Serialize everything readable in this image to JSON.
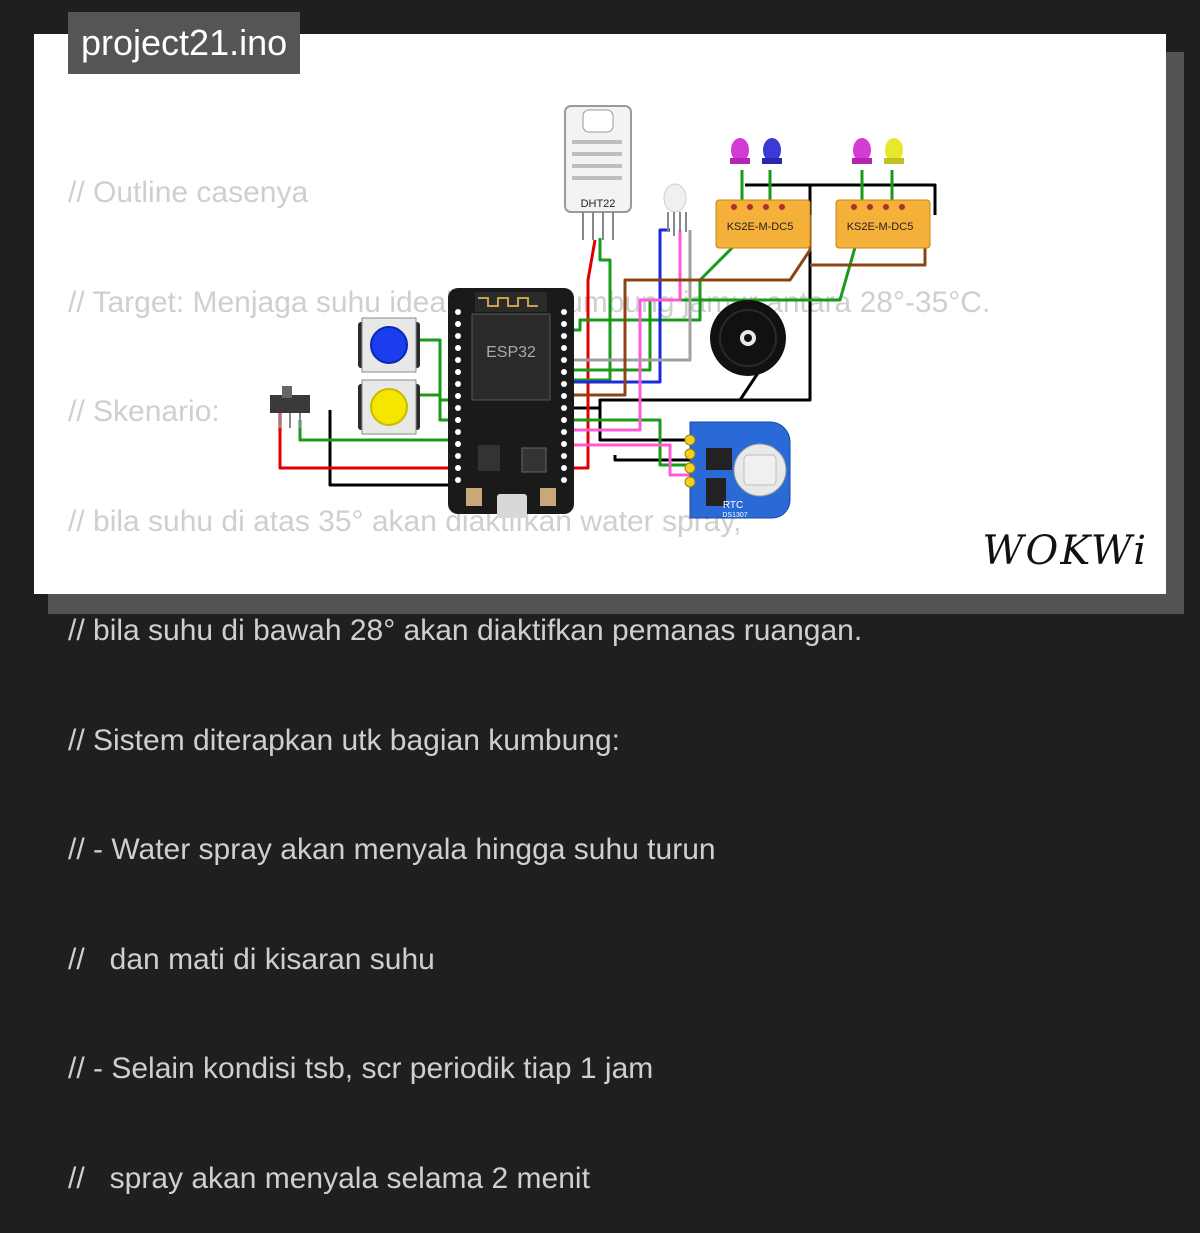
{
  "project": {
    "filename": "project21.ino"
  },
  "code_lines": [
    "// Outline casenya",
    "// Target: Menjaga suhu ideal dalam kumbung jamur antara 28°-35°C.",
    "// Skenario:",
    "// bila suhu di atas 35° akan diaktifkan water spray,",
    "// bila suhu di bawah 28° akan diaktifkan pemanas ruangan.",
    "// Sistem diterapkan utk bagian kumbung:",
    "// - Water spray akan menyala hingga suhu turun",
    "//   dan mati di kisaran suhu",
    "// - Selain kondisi tsb, scr periodik tiap 1 jam",
    "//   spray akan menyala selama 2 menit"
  ],
  "components": {
    "mcu": {
      "label": "ESP32"
    },
    "sensor": {
      "label": "DHT22"
    },
    "relay_1": {
      "label": "KS2E-M-DC5"
    },
    "relay_2": {
      "label": "KS2E-M-DC5"
    },
    "rtc": {
      "label": "RTC",
      "part": "DS1307"
    }
  },
  "brand": {
    "logo": "WOKWi"
  },
  "colors": {
    "led_1": "#d63ad6",
    "led_2": "#3a3ad6",
    "led_3": "#d63ad6",
    "led_4": "#e8e82a",
    "button_1": "#1a3df0",
    "button_2": "#f5e600",
    "relay_body": "#f5b03a",
    "rtc_board": "#2a6ad6"
  }
}
